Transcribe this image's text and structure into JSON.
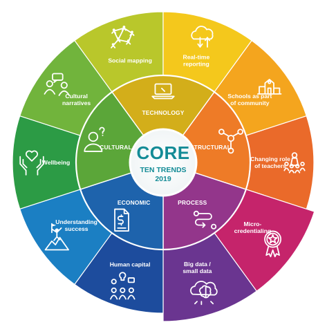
{
  "center": {
    "logo": "CORE",
    "subtitle": "TEN TRENDS",
    "year": "2019"
  },
  "outer": [
    {
      "label_lines": [
        "Social mapping"
      ],
      "icon": "network-people-icon",
      "color": "#b9c72b"
    },
    {
      "label_lines": [
        "Real-time",
        "reporting"
      ],
      "icon": "cloud-data-icon",
      "color": "#f4c81c"
    },
    {
      "label_lines": [
        "Schools as part",
        "of community"
      ],
      "icon": "community-buildings-icon",
      "color": "#f4a51e"
    },
    {
      "label_lines": [
        "Changing role",
        "of teachers"
      ],
      "icon": "teacher-group-icon",
      "color": "#ea6a2a"
    },
    {
      "label_lines": [
        "Micro-",
        "credentialing"
      ],
      "icon": "badge-star-icon",
      "color": "#c5246b"
    },
    {
      "label_lines": [
        "Big data /",
        "small data"
      ],
      "icon": "brain-cloud-icon",
      "color": "#6a3590"
    },
    {
      "label_lines": [
        "Human capital"
      ],
      "icon": "people-ideas-icon",
      "color": "#1d4c9d"
    },
    {
      "label_lines": [
        "Understanding",
        "success"
      ],
      "icon": "summit-flag-icon",
      "color": "#1b7fc3"
    },
    {
      "label_lines": [
        "Wellbeing"
      ],
      "icon": "heart-hands-icon",
      "color": "#2c9b45"
    },
    {
      "label_lines": [
        "Cultural",
        "narratives"
      ],
      "icon": "conversation-icon",
      "color": "#71b43c"
    }
  ],
  "inner": [
    {
      "label": "TECHNOLOGY",
      "icon": "laptop-icon",
      "color": "#d3ae1a"
    },
    {
      "label": "STRUCTURAL",
      "icon": "structure-nodes-icon",
      "color": "#ee7b27"
    },
    {
      "label": "PROCESS",
      "icon": "process-flow-icon",
      "color": "#93368b"
    },
    {
      "label": "ECONOMIC",
      "icon": "document-dollar-icon",
      "color": "#1e63ac"
    },
    {
      "label": "CULTURAL",
      "icon": "person-question-icon",
      "color": "#5ba639"
    }
  ],
  "colors": {
    "core_teal": "#138b96",
    "ring_outline": "#ffffff"
  }
}
